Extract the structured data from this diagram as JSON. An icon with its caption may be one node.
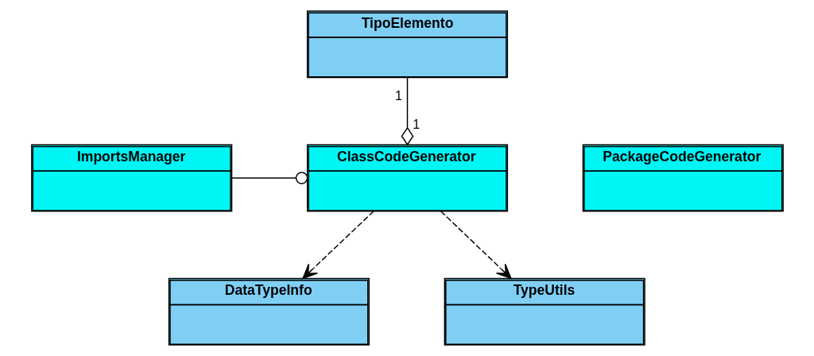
{
  "diagram": {
    "nodes": [
      {
        "text": [
          "TipoElemento"
        ]
      },
      {
        "text": [
          "ImportsManager"
        ]
      },
      {
        "text": [
          "ClassCodeGenerator"
        ]
      },
      {
        "text": [
          "PackageCodeGenerator"
        ]
      },
      {
        "text": [
          "DataTypeInfo"
        ]
      },
      {
        "text": [
          "TypeUtils"
        ]
      }
    ],
    "edges": [
      {
        "from": 0,
        "to": 2,
        "arrow": "other"
      },
      {
        "from": 1,
        "to": 2,
        "arrow": "other"
      },
      {
        "from": 2,
        "to": 4,
        "arrow": "to",
        "style": "dashed"
      },
      {
        "from": 2,
        "to": 5,
        "arrow": "to",
        "style": "dashed"
      }
    ],
    "labels": [
      "1",
      "1"
    ]
  }
}
